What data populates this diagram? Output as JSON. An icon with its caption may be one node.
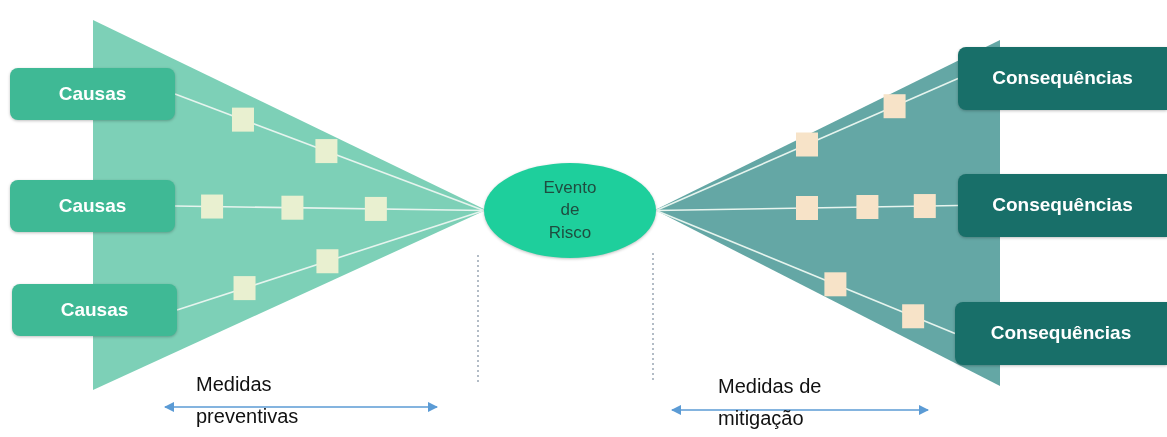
{
  "diagram": {
    "nodes": [
      {
        "text": [
          "Causas"
        ]
      },
      {
        "text": [
          "Causas"
        ]
      },
      {
        "text": [
          "Causas"
        ]
      },
      {
        "text": [
          "Evento de Risco"
        ]
      },
      {
        "text": [
          "Consequências"
        ]
      },
      {
        "text": [
          "Consequências"
        ]
      },
      {
        "text": [
          "Consequências"
        ]
      }
    ],
    "edges": [
      {
        "from": 0,
        "to": 3,
        "arrow": "none"
      },
      {
        "from": 1,
        "to": 3,
        "arrow": "none"
      },
      {
        "from": 2,
        "to": 3,
        "arrow": "none"
      },
      {
        "from": 3,
        "to": 4,
        "arrow": "none"
      },
      {
        "from": 3,
        "to": 5,
        "arrow": "none"
      },
      {
        "from": 3,
        "to": 6,
        "arrow": "none"
      }
    ],
    "labels": [
      "Medidas preventivas",
      "Medidas de mitigação"
    ]
  }
}
